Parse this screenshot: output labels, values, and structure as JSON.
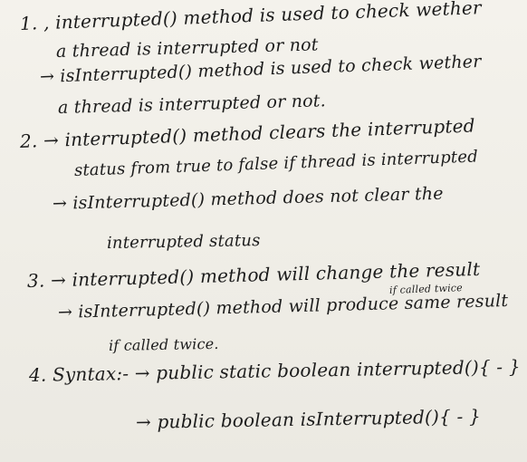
{
  "notes": {
    "lines": [
      "1. , interrupted() method is used to check wether",
      "a thread is interrupted or not",
      "→ isInterrupted() method is used to check wether",
      "a thread is interrupted or not.",
      "2. → interrupted() method clears the interrupted",
      "status from true to false if thread is interrupted",
      "→ isInterrupted() method does not clear the",
      "interrupted status",
      "3. → interrupted() method will change the result",
      "if called twice",
      "→ isInterrupted() method will produce same result",
      "if called twice.",
      "4. Syntax:- → public static boolean interrupted(){ - }",
      "→ public boolean isInterrupted(){ - }"
    ]
  }
}
